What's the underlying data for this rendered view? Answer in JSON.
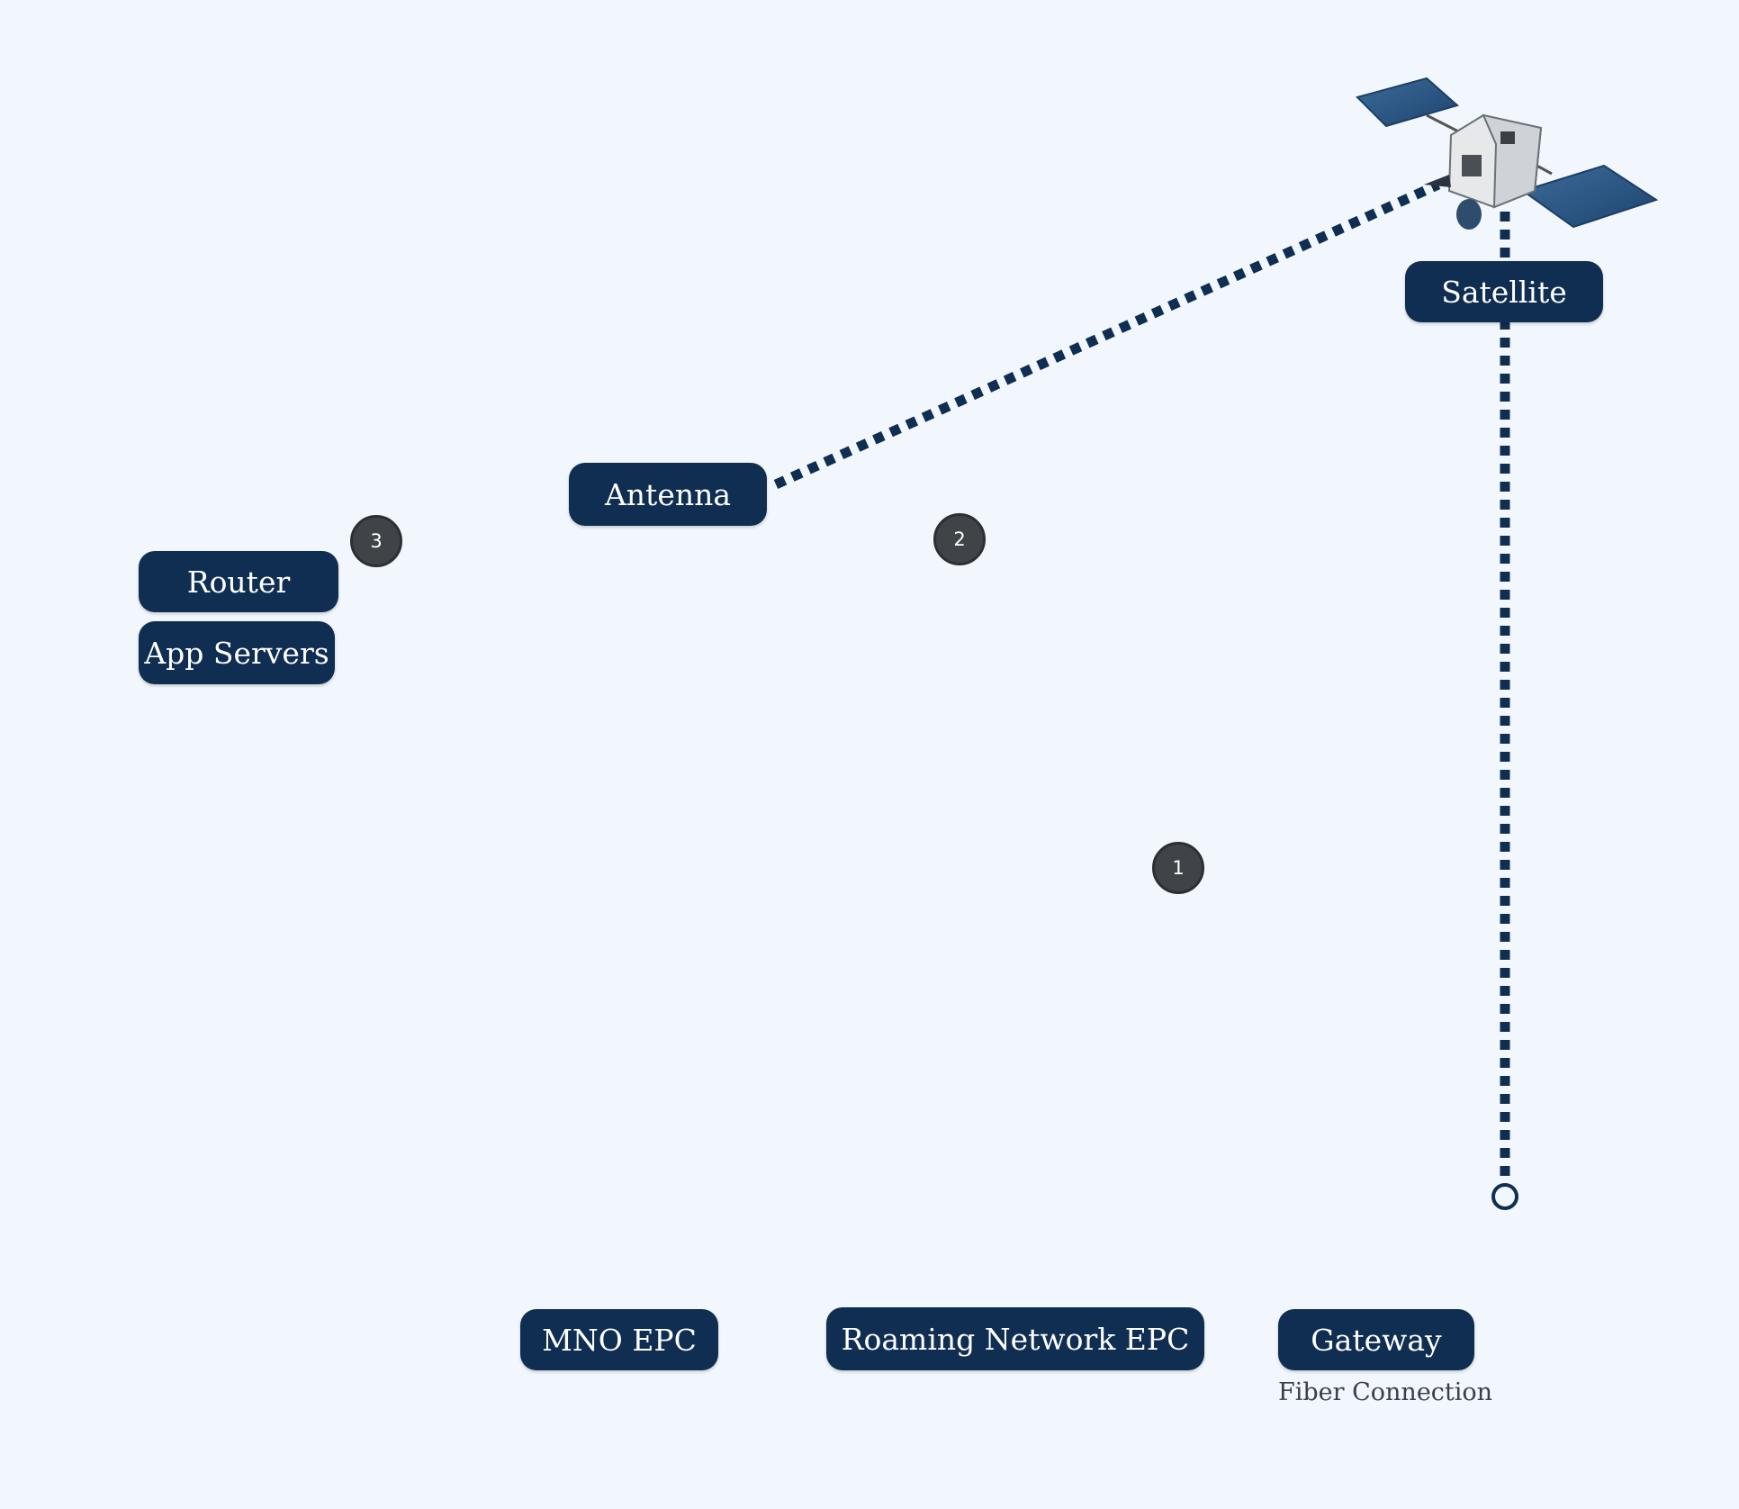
{
  "labels": {
    "satellite": "Satellite",
    "antenna": "Antenna",
    "router": "Router",
    "app_servers": "App Servers",
    "mno_epc": "MNO EPC",
    "roaming_epc": "Roaming Network EPC",
    "gateway": "Gateway"
  },
  "captions": {
    "fiber": "Fiber Connection"
  },
  "badges": {
    "one": "1",
    "two": "2",
    "three": "3"
  },
  "colors": {
    "navy": "#0f2e52",
    "background": "#f1f7fc",
    "wireframe": "#9ec2da"
  }
}
